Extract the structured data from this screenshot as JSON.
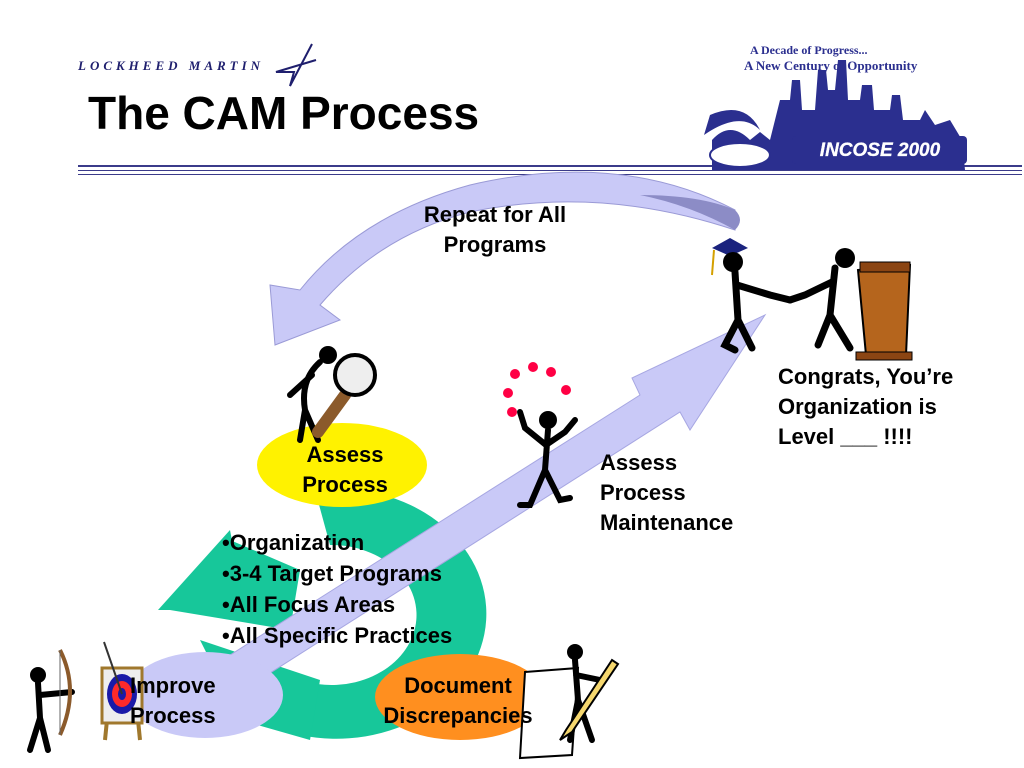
{
  "header": {
    "company": "LOCKHEED MARTIN",
    "title": "The CAM Process"
  },
  "badge": {
    "line1": "A Decade of Progress...",
    "line2": "A New Century of Opportunity",
    "event": "INCOSE 2000"
  },
  "diagram": {
    "repeat_label": [
      "Repeat for All",
      "Programs"
    ],
    "congrats_label": [
      "Congrats, You’re",
      "Organization is",
      "Level ___ !!!!"
    ],
    "maintenance_label": [
      "Assess",
      "Process",
      "Maintenance"
    ],
    "assess_oval": [
      "Assess",
      "Process"
    ],
    "improve_oval": [
      "Improve",
      "Process"
    ],
    "document_oval": [
      "Document",
      "Discrepancies"
    ],
    "bullets": [
      "•Organization",
      "•3-4 Target Programs",
      "•All Focus Areas",
      "•All Specific Practices"
    ]
  },
  "colors": {
    "cycle": "#17c79a",
    "assess_oval": "#fff200",
    "improve_oval": "#c9c9f7",
    "document_oval": "#ff8f1f",
    "arrow": "#c9c9f7",
    "arrow_dark": "#7b7bb8",
    "rule": "#3b3b8a"
  },
  "icons": [
    "lockheed-star-icon",
    "incose-skyline-icon",
    "magnifying-glass-figure-icon",
    "graduate-handshake-icon",
    "podium-icon",
    "juggler-icon",
    "archer-icon",
    "target-icon",
    "writer-figure-icon"
  ]
}
